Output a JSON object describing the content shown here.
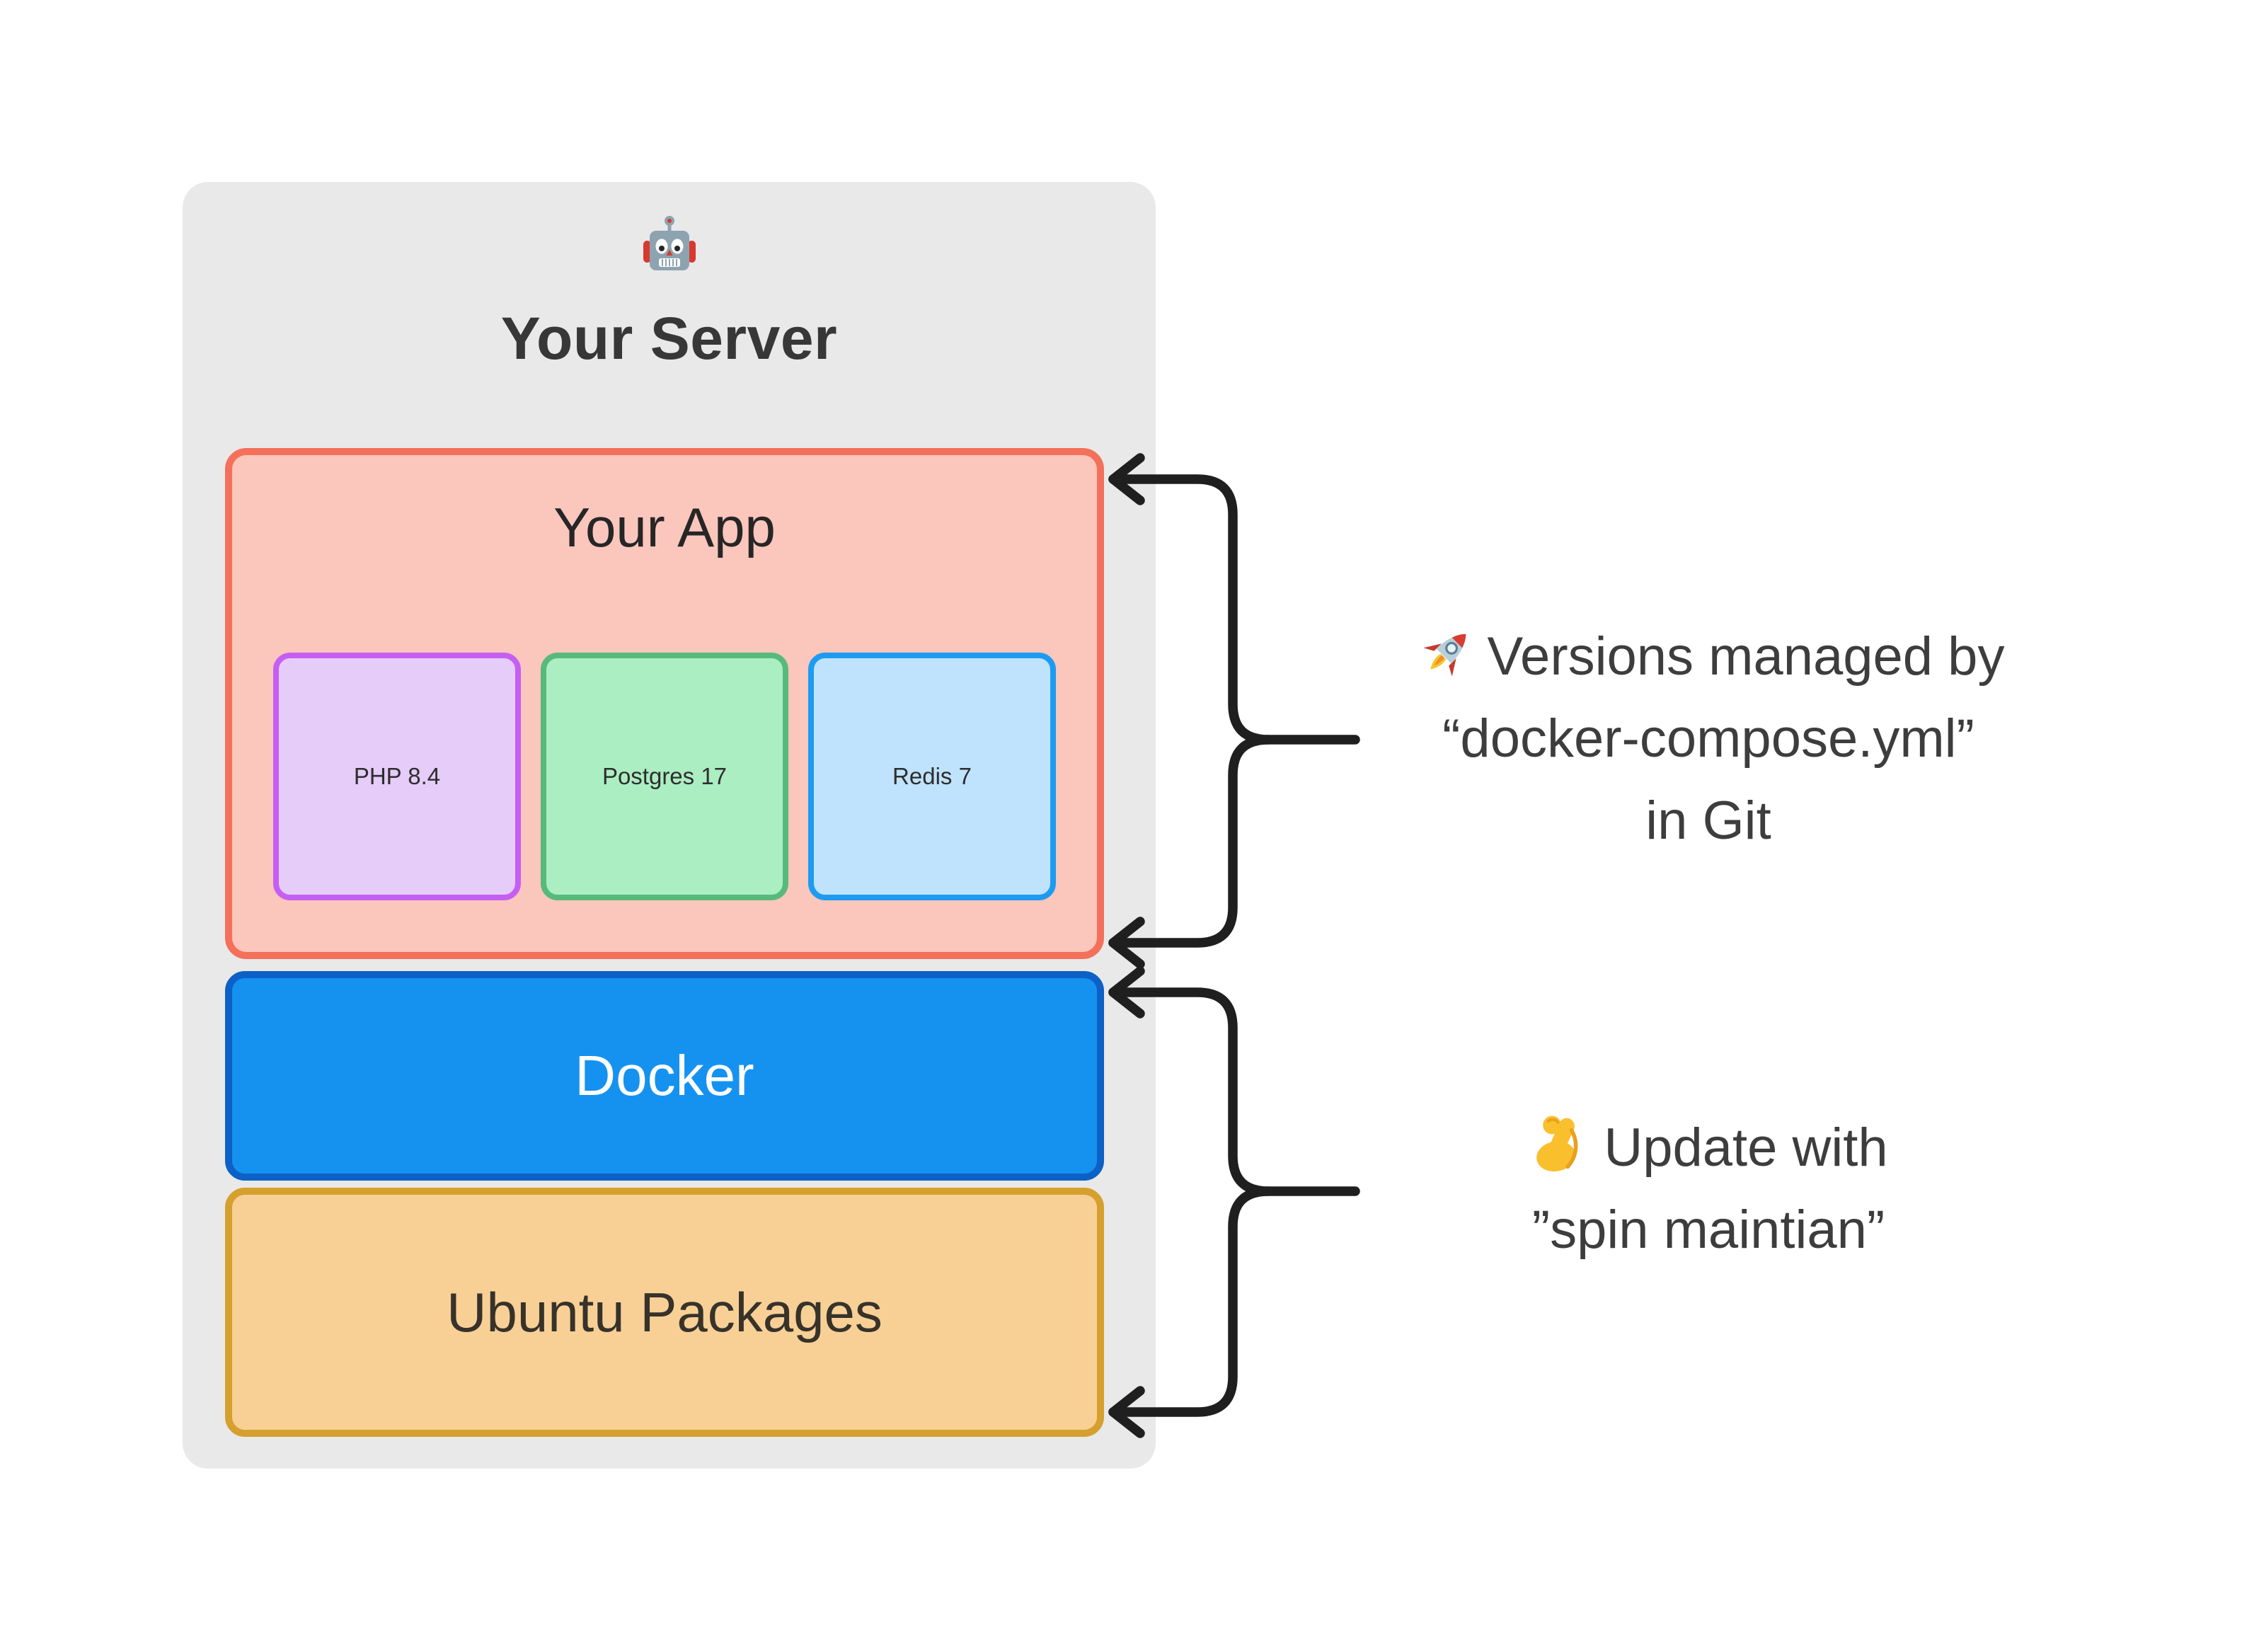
{
  "server": {
    "title": "Your Server",
    "icon": "robot-icon"
  },
  "app": {
    "title": "Your App",
    "services": [
      {
        "label": "PHP 8.4"
      },
      {
        "label": "Postgres 17"
      },
      {
        "label": "Redis 7"
      }
    ]
  },
  "docker": {
    "label": "Docker"
  },
  "ubuntu": {
    "label": "Ubuntu Packages"
  },
  "annotations": {
    "versions": {
      "icon": "rocket-icon",
      "lines": [
        "Versions managed by",
        "“docker-compose.yml”",
        "in Git"
      ]
    },
    "update": {
      "icon": "muscle-icon",
      "lines": [
        "Update with",
        "”spin maintian”"
      ]
    }
  },
  "colors": {
    "panel_bg": "#e9e9e9",
    "app_fill": "#fbc6bc",
    "app_border": "#f4705a",
    "php_fill": "#e6ccf9",
    "php_border": "#c55ff2",
    "postgres_fill": "#abeec2",
    "postgres_border": "#57ba7a",
    "redis_fill": "#bfe3fd",
    "redis_border": "#1d9bf2",
    "docker_fill": "#1592f0",
    "docker_border": "#0c60c6",
    "ubuntu_fill": "#f8d096",
    "ubuntu_border": "#d5a02e",
    "arrow": "#1f1f1f",
    "annotation_text": "#3d3d3d"
  }
}
